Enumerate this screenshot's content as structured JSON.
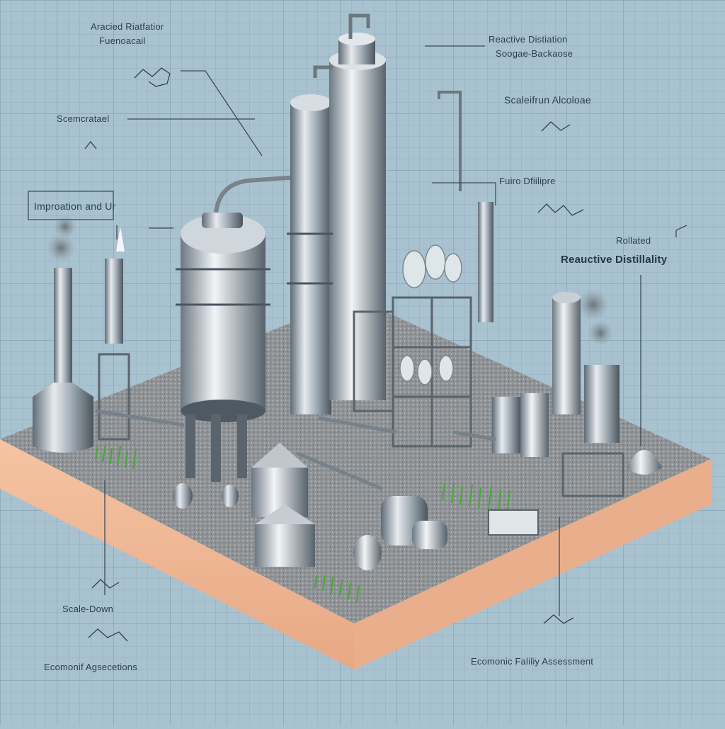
{
  "labels": {
    "top_left_1": "Aracied Riatfatior",
    "top_left_2": "Fuenoacail",
    "top_right_1": "Reactive Distiation",
    "top_right_2": "Soogae-Backaose",
    "right_upper": "Scaleifrun Alcoloae",
    "left_mid": "Scemcratael",
    "center_mid": "Fuiro Dfiilipre",
    "left_box": "Improation and Ur",
    "right_mid_1": "Rollated",
    "right_mid_2": "Reauctive Distillality",
    "bottom_left_1": "Scale-Down",
    "bottom_left_2": "Ecomonif Agsecetions",
    "bottom_right": "Ecomonic Faliliy Assessment"
  },
  "colors": {
    "background": "#a9c2d0",
    "grid": "#8eaabd",
    "steel_light": "#e6ebef",
    "steel_dark": "#5f6b75",
    "ground": "#8f9396",
    "base_side": "#f0b894",
    "grass": "#3fae2b",
    "text": "#2c3e50"
  }
}
